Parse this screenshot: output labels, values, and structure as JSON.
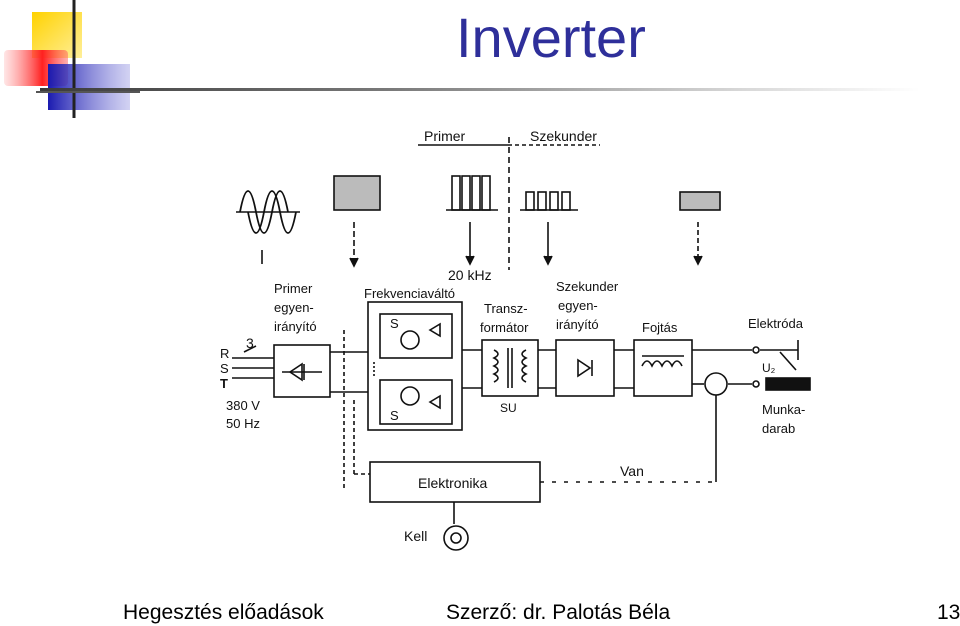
{
  "slide": {
    "title": "Inverter",
    "footer_left": "Hegesztés előadások",
    "footer_center": "Szerző: dr. Palotás Béla",
    "page_number": "13"
  },
  "diagram": {
    "top_labels": {
      "primer": "Primer",
      "szekunder": "Szekunder"
    },
    "frequency": "20 kHz",
    "blocks": {
      "primer_rectifier": [
        "Primer",
        "egyen-",
        "irányító"
      ],
      "frequency_converter": "Frekvenciaváltó",
      "transformer": [
        "Transz-",
        "formátor"
      ],
      "transformer_label": "SU",
      "secondary_rectifier": [
        "Szekunder",
        "egyen-",
        "irányító"
      ],
      "choke": "Fojtás",
      "electronics": "Elektronika"
    },
    "input": {
      "phases": [
        "R",
        "S",
        "T"
      ],
      "count": "3",
      "voltage": "380 V",
      "frequency": "50 Hz"
    },
    "switch_labels": [
      "S",
      "S"
    ],
    "output": {
      "electrode": "Elektróda",
      "gap": "U₂",
      "workpiece": [
        "Munka-",
        "darab"
      ]
    },
    "feedback": {
      "actual": "Van",
      "setpoint": "Kell"
    }
  }
}
